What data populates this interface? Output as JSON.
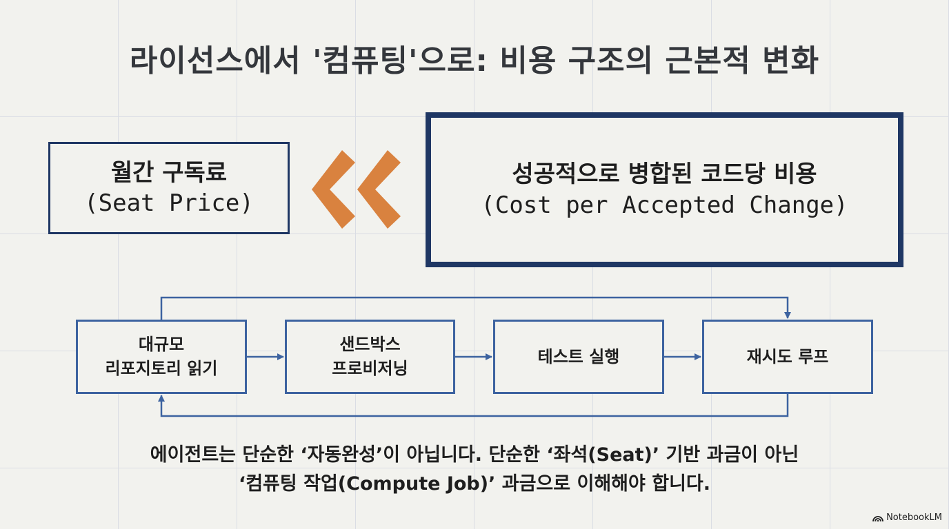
{
  "title": "라이선스에서 '컴퓨팅'으로: 비용 구조의 근본적 변화",
  "seat_box": {
    "label_ko": "월간 구독료",
    "label_en": "(Seat Price)"
  },
  "cost_box": {
    "label_ko": "성공적으로 병합된 코드당 비용",
    "label_en": "(Cost per Accepted Change)"
  },
  "flow": {
    "steps": [
      {
        "line1": "대규모",
        "line2": "리포지토리 읽기"
      },
      {
        "line1": "샌드박스",
        "line2": "프로비저닝"
      },
      {
        "line1": "테스트 실행",
        "line2": ""
      },
      {
        "line1": "재시도 루프",
        "line2": ""
      }
    ]
  },
  "caption": {
    "line1": "에이전트는 단순한 ‘자동완성’이 아닙니다. 단순한 ‘좌석(Seat)’ 기반 과금이 아닌",
    "line2": "‘컴퓨팅 작업(Compute Job)’ 과금으로 이해해야 합니다."
  },
  "brand": {
    "name": "NotebookLM",
    "icon": "notebooklm-logo-icon"
  },
  "colors": {
    "navy": "#1f3764",
    "flow_blue": "#3d63a0",
    "chevron_orange": "#d9823f",
    "background": "#f2f2ee"
  }
}
